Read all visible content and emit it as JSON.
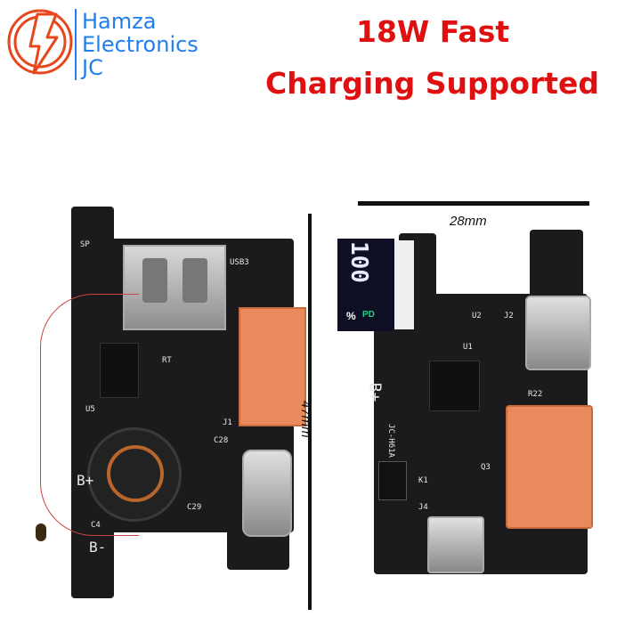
{
  "logo": {
    "line1": "Hamza",
    "line2": "Electronics",
    "line3": "JC",
    "icon": "lightning-bolt-circle-icon",
    "icon_color": "#e8461c",
    "text_color": "#1f7ff0"
  },
  "headline": {
    "line1": "18W Fast",
    "line2": "Charging Supported",
    "color": "#e01010"
  },
  "dimensions": {
    "width": "28mm",
    "height": "47mm"
  },
  "left_board": {
    "labels": [
      "SP",
      "USB3",
      "B+",
      "B-",
      "C28",
      "C29",
      "J1",
      "U5",
      "RT",
      "C4"
    ]
  },
  "right_board": {
    "display_digits": "100",
    "display_percent": "%",
    "display_pd": "PD",
    "labels": [
      "B+",
      "J2",
      "U1",
      "U2",
      "R22",
      "K1",
      "J4",
      "Q3"
    ],
    "board_text": "JC-H61A"
  }
}
